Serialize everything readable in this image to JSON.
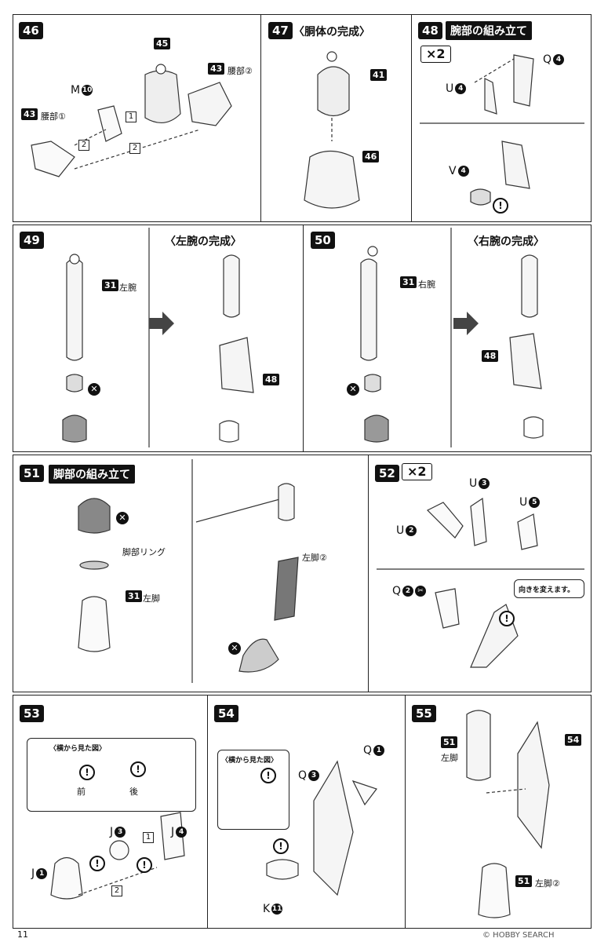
{
  "steps": {
    "s46": {
      "num": "46",
      "p45": "45",
      "p43a": "43",
      "p43a_label": "腰部②",
      "m_letter": "M",
      "m_num": "10",
      "p43b": "43",
      "p43b_label": "腰部①",
      "n1": "1",
      "n2a": "2",
      "n2b": "2"
    },
    "s47": {
      "num": "47",
      "title": "〈胴体の完成〉",
      "p41": "41",
      "p46": "46"
    },
    "s48": {
      "num": "48",
      "title": "腕部の組み立て",
      "mult": "×2",
      "q": "Q",
      "q_num": "4",
      "u": "U",
      "u_num": "4",
      "v": "V",
      "v_num": "4"
    },
    "s49": {
      "num": "49",
      "title": "〈左腕の完成〉",
      "p31": "31",
      "p31_label": "左腕",
      "p48": "48"
    },
    "s50": {
      "num": "50",
      "title": "〈右腕の完成〉",
      "p31": "31",
      "p31_label": "右腕",
      "p48": "48"
    },
    "s51": {
      "num": "51",
      "title": "脚部の組み立て",
      "ring": "脚部リング",
      "p31": "31",
      "p31_label": "左脚",
      "leg2": "左脚②"
    },
    "s52": {
      "num": "52",
      "mult": "×2",
      "u3": "U",
      "u3_num": "3",
      "u5": "U",
      "u5_num": "5",
      "u2": "U",
      "u2_num": "2",
      "q2": "Q",
      "q2_num": "2",
      "note": "向きを変えます。"
    },
    "s53": {
      "num": "53",
      "callout": "〈横から見た図〉",
      "front": "前",
      "back": "後",
      "j3": "J",
      "j3_num": "3",
      "j4": "J",
      "j4_num": "4",
      "j1": "J",
      "j1_num": "1",
      "n1": "1",
      "n2": "2"
    },
    "s54": {
      "num": "54",
      "callout": "〈横から見た図〉",
      "q3": "Q",
      "q3_num": "3",
      "q1": "Q",
      "q1_num": "1",
      "k": "K",
      "k_num": "11"
    },
    "s55": {
      "num": "55",
      "p51a": "51",
      "p51a_label": "左脚",
      "p54": "54",
      "p51b": "51",
      "p51b_label": "左脚②"
    }
  },
  "symbols": {
    "warning": "!",
    "no": "✕"
  },
  "footer": {
    "page_number": "11",
    "credit_logo": "© HOBBY SEARCH"
  }
}
